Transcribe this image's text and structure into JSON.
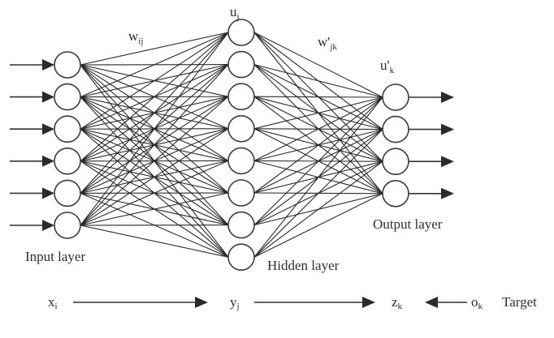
{
  "title": "Feedforward neural network (three layers)",
  "layers": {
    "input": {
      "label": "Input layer",
      "node_count": 6,
      "node_symbol": "x",
      "node_sub": "i"
    },
    "hidden": {
      "label": "Hidden layer",
      "node_count": 8,
      "node_symbol": "u",
      "node_sub": "j"
    },
    "output": {
      "label": "Output layer",
      "node_count": 4,
      "node_symbol": "u'",
      "node_sub": "k"
    }
  },
  "weights": {
    "input_hidden": {
      "symbol": "w",
      "sub": "ij"
    },
    "hidden_output": {
      "symbol": "w'",
      "sub": "jk"
    }
  },
  "node_labels": {
    "hidden": {
      "symbol": "u",
      "sub": "j"
    },
    "output": {
      "symbol": "u'",
      "sub": "k"
    }
  },
  "signal_row": {
    "x": {
      "symbol": "x",
      "sub": "i"
    },
    "y": {
      "symbol": "y",
      "sub": "j"
    },
    "z": {
      "symbol": "z",
      "sub": "k"
    },
    "o": {
      "symbol": "o",
      "sub": "k"
    },
    "target_label": "Target"
  },
  "colors": {
    "stroke": "#2a2a2a",
    "node_fill": "#ffffff",
    "text": "#2e2e2e"
  }
}
